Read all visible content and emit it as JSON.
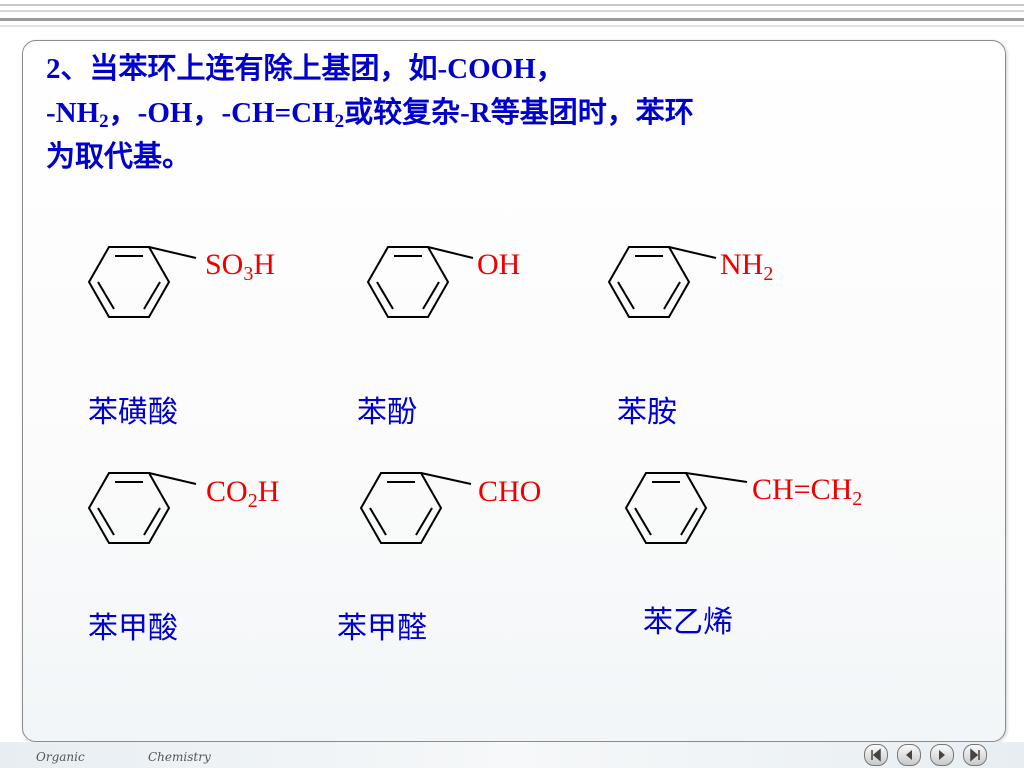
{
  "heading": {
    "line1": "2、当苯环上连有除上基团，如-COOH，",
    "line2_a": "-NH",
    "line2_sub1": "2",
    "line2_b": "，-OH，-CH=CH",
    "line2_sub2": "2",
    "line2_c": "或较复杂-R等基团时，苯环",
    "line3": "为取代基。"
  },
  "compounds": [
    {
      "group": "SO",
      "sub": "3",
      "tail": "H",
      "name": "苯磺酸"
    },
    {
      "group": "OH",
      "sub": "",
      "tail": "",
      "name": "苯酚"
    },
    {
      "group": "NH",
      "sub": "2",
      "tail": "",
      "name": "苯胺"
    },
    {
      "group": "CO",
      "sub": "2",
      "tail": "H",
      "name": "苯甲酸"
    },
    {
      "group": "CHO",
      "sub": "",
      "tail": "",
      "name": "苯甲醛"
    },
    {
      "group": "CH=CH",
      "sub": "2",
      "tail": "",
      "name": "苯乙烯"
    }
  ],
  "footer": {
    "left": "Organic",
    "right": "Chemistry"
  },
  "colors": {
    "heading": "#0000cc",
    "formula": "#ee0000",
    "name": "#0000cc"
  },
  "nav_icons": [
    "first-slide-icon",
    "previous-slide-icon",
    "next-slide-icon",
    "last-slide-icon"
  ]
}
